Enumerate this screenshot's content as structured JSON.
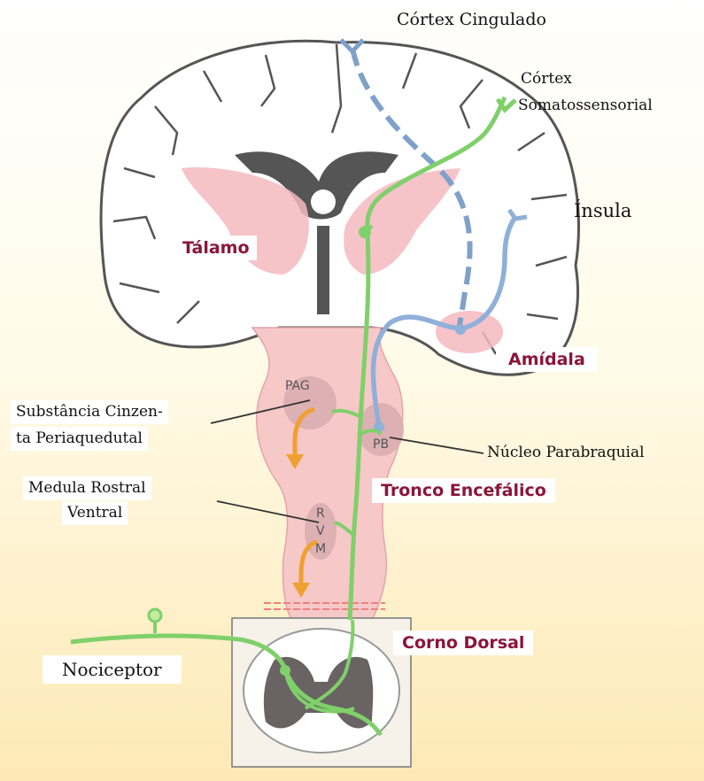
{
  "labels": {
    "cortex_cingulado": "Córtex Cingulado",
    "cortex_somato": [
      "Córtex",
      "Somatossensorial"
    ],
    "insula": "Ínsula",
    "talamo": "Tálamo",
    "amidala": "Amídala",
    "substancia": [
      "Substância Cinzen-",
      "ta Periaquedutal"
    ],
    "nucleo_parabraquial": "Núcleo Parabraquial",
    "medula": [
      "Medula Rostral",
      "Ventral"
    ],
    "tronco": "Tronco Encefálico",
    "corno": "Corno Dorsal",
    "nociceptor": "Nociceptor",
    "pag": "PAG",
    "pb": "PB",
    "rvm": [
      "R",
      "V",
      "M"
    ]
  },
  "colors": {
    "label_accent": "#8b1538",
    "ascending_pathway": "#7fd06a",
    "limbic_pathway": "#8fb0d8",
    "descending_pathway": "#f0a030",
    "thalamus_fill": "#f4b8c0",
    "gray_matter": "#6a6363"
  }
}
